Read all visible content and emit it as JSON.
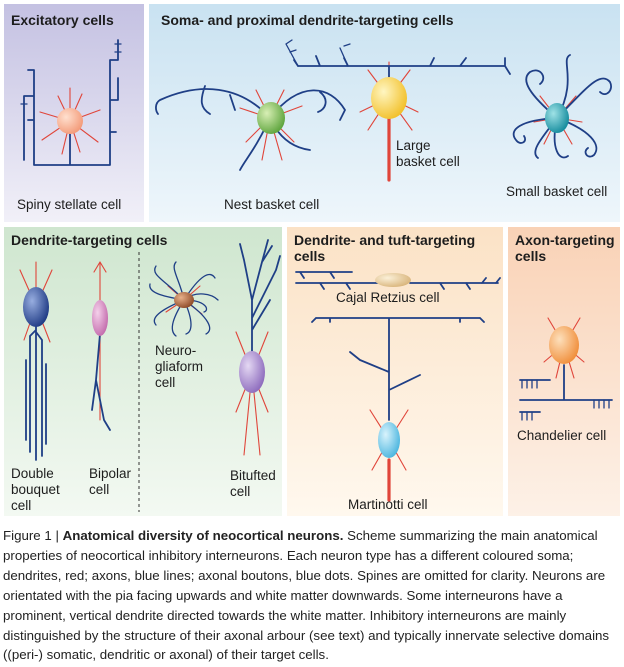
{
  "panels": {
    "excitatory": {
      "title": "Excitatory cells",
      "cells": {
        "spiny_stellate": "Spiny stellate cell"
      }
    },
    "soma": {
      "title": "Soma- and proximal dendrite-targeting cells",
      "cells": {
        "nest_basket": "Nest basket cell",
        "large_basket_1": "Large",
        "large_basket_2": "basket cell",
        "small_basket": "Small basket cell"
      }
    },
    "dendrite": {
      "title": "Dendrite-targeting cells",
      "cells": {
        "double_bouquet_1": "Double",
        "double_bouquet_2": "bouquet",
        "double_bouquet_3": "cell",
        "bipolar_1": "Bipolar",
        "bipolar_2": "cell",
        "neurogliaform_1": "Neuro-",
        "neurogliaform_2": "gliaform",
        "neurogliaform_3": "cell",
        "bitufted_1": "Bitufted",
        "bitufted_2": "cell"
      }
    },
    "tuft": {
      "title_1": "Dendrite- and tuft-targeting",
      "title_2": "cells",
      "cells": {
        "cajal_retzius": "Cajal Retzius cell",
        "martinotti": "Martinotti cell"
      }
    },
    "axon": {
      "title_1": "Axon-targeting",
      "title_2": "cells",
      "cells": {
        "chandelier": "Chandelier cell"
      }
    }
  },
  "caption": {
    "prefix": "Figure 1 | ",
    "title": "Anatomical diversity of neocortical neurons.",
    "body": " Scheme summarizing the main anatomical properties of neocortical inhibitory interneurons. Each neuron type has a different coloured soma; dendrites, red; axons, blue lines; axonal boutons, blue dots. Spines are omitted for clarity. Neurons are orientated with the pia facing upwards and white matter downwards. Some interneurons have a prominent, vertical dendrite directed towards the white matter. Inhibitory interneurons are mainly distinguished by the structure of their axonal arbour (see text) and typically innervate selective domains ((peri-) somatic, dendritic or axonal) of their target cells."
  },
  "colors": {
    "excitatory_bg": "#cdcbe6",
    "soma_bg": "#d3e7f3",
    "dendrite_bg": "#d6ead6",
    "tuft_bg": "#fbe7cf",
    "axon_bg": "#fad9c2",
    "axon_line": "#1f3f86",
    "dendrite_line": "#e0453a"
  }
}
